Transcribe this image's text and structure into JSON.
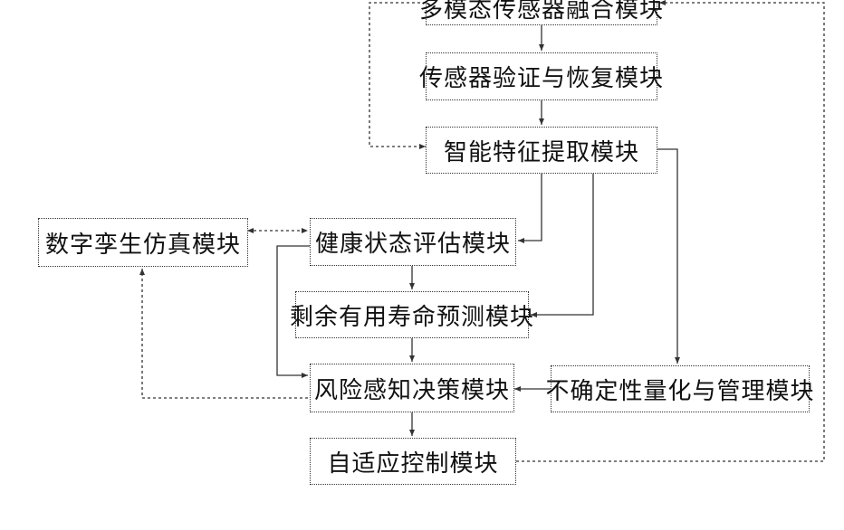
{
  "modules": {
    "fusion": "多模态传感器融合模块",
    "verify": "传感器验证与恢复模块",
    "feature": "智能特征提取模块",
    "twin": "数字孪生仿真模块",
    "health": "健康状态评估模块",
    "rul": "剩余有用寿命预测模块",
    "risk": "风险感知决策模块",
    "uncertainty": "不确定性量化与管理模块",
    "control": "自适应控制模块"
  }
}
